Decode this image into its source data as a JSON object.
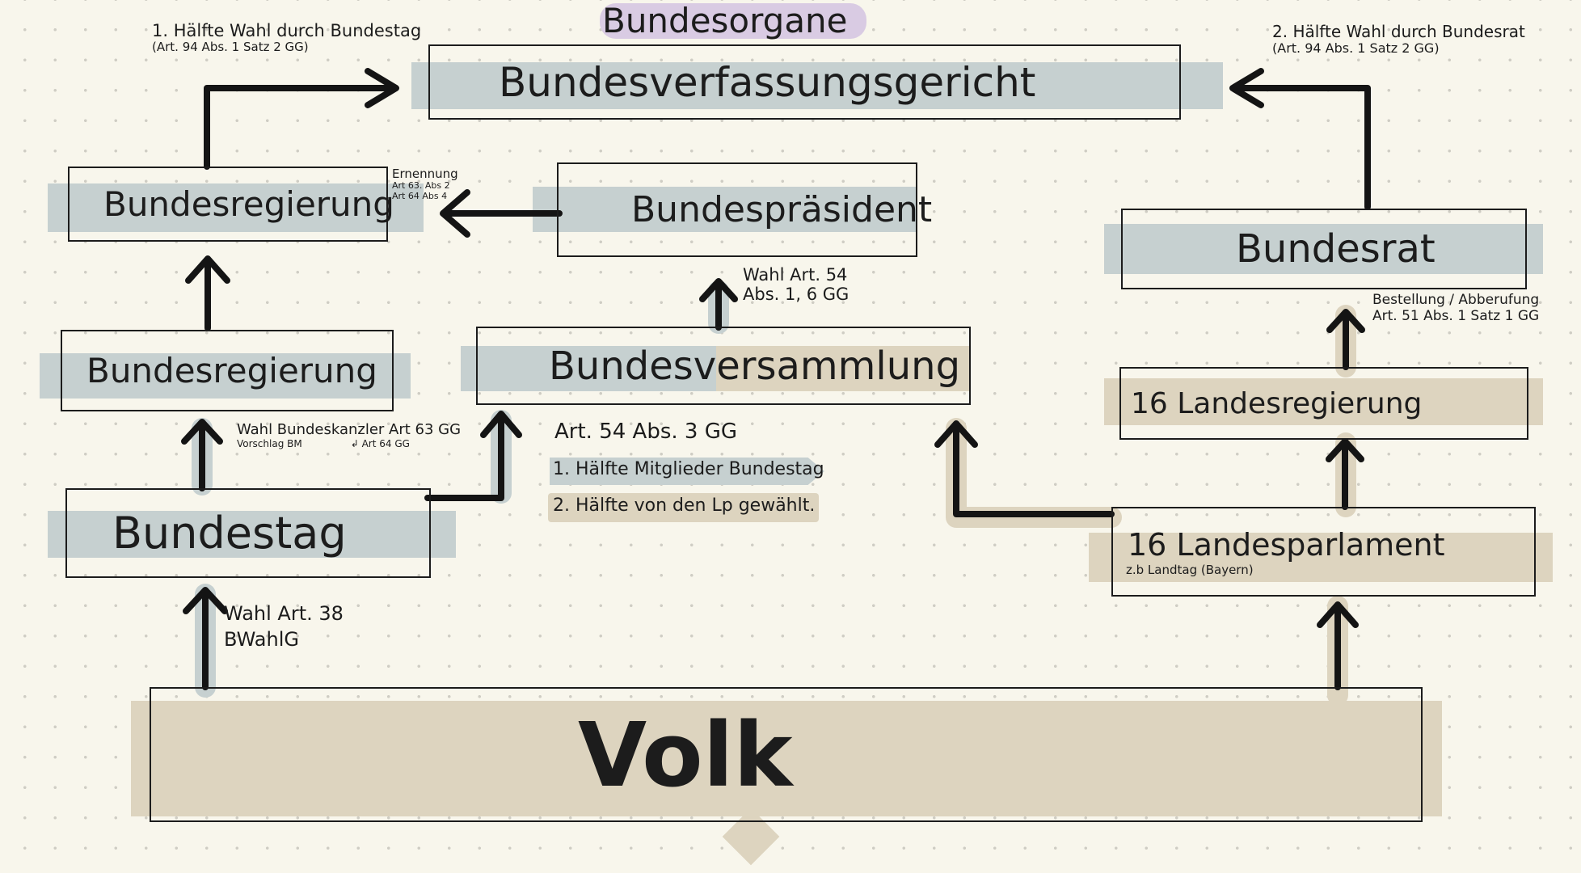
{
  "title": "Bundesorgane",
  "colors": {
    "background": "#f8f6ec",
    "blue_highlight": "#c6d0d0",
    "tan_highlight": "#ddd4bf",
    "purple_highlight": "#d9cbe3",
    "ink": "#1c1c1c"
  },
  "nodes": {
    "bverfg": "Bundesverfassungsgericht",
    "bundesregierung_top": "Bundesregierung",
    "bundespraesident": "Bundespräsident",
    "bundesrat": "Bundesrat",
    "bundesregierung": "Bundesregierung",
    "bundesversammlung": "Bundesversammlung",
    "landesregierung": "16 Landesregierung",
    "bundestag": "Bundestag",
    "landesparlament": "16 Landesparlament",
    "landesparlament_note": "z.b Landtag (Bayern)",
    "volk": "Volk"
  },
  "annotations": {
    "left_top_1": "1. Hälfte Wahl durch Bundestag",
    "left_top_2": "(Art. 94 Abs. 1 Satz 2 GG)",
    "right_top_1": "2. Hälfte Wahl durch Bundesrat",
    "right_top_2": "(Art. 94 Abs. 1 Satz 2 GG)",
    "ernennung_1": "Ernennung",
    "ernennung_2": "Art 63. Abs 2",
    "ernennung_3": "Art 64 Abs 4",
    "wahl54_1": "Wahl Art. 54",
    "wahl54_2": "Abs. 1, 6 GG",
    "bestellung_1": "Bestellung / Abberufung",
    "bestellung_2": "Art. 51 Abs. 1 Satz 1 GG",
    "kanzler_1": "Wahl Bundeskanzler Art 63 GG",
    "kanzler_2": "Vorschlag BM",
    "kanzler_3": "↲ Art 64 GG",
    "art54_3": "Art. 54 Abs. 3 GG",
    "half1": "1. Hälfte Mitglieder Bundestag",
    "half2": "2. Hälfte von den Lp gewählt.",
    "wahl38_1": "Wahl Art. 38",
    "wahl38_2": "BWahlG"
  }
}
